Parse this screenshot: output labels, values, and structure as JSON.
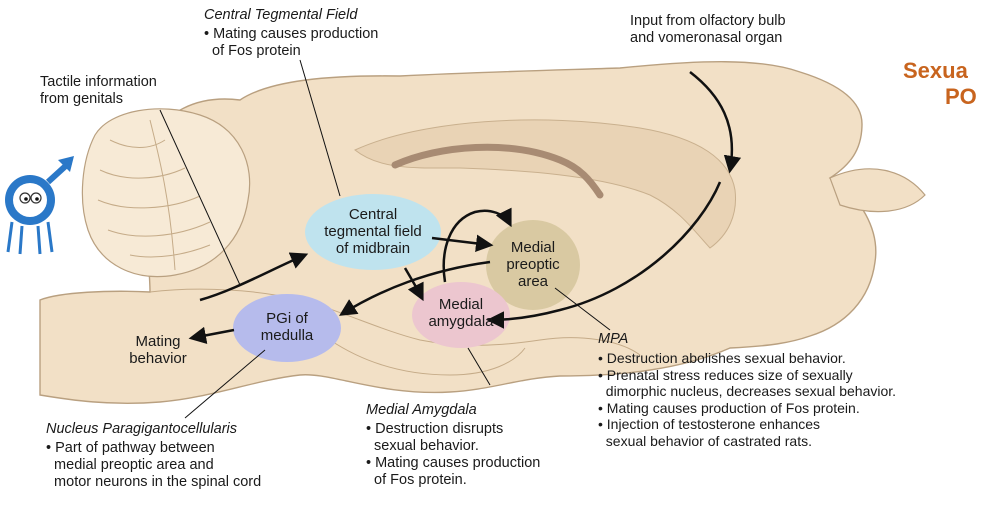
{
  "title": {
    "line1": "Sexua",
    "line2": "PO"
  },
  "nodes": {
    "ctf": "Central\ntegmental field\nof midbrain",
    "mpa": "Medial\npreoptic\narea",
    "amyg": "Medial\namygdala",
    "pgi": "PGi of\nmedulla",
    "mating": "Mating\nbehavior"
  },
  "labels": {
    "tactile": "Tactile information\nfrom genitals",
    "olfactory": "Input from olfactory bulb\nand vomeronasal organ"
  },
  "annotations": {
    "ctf_head": "Central Tegmental Field",
    "ctf_body": "• Mating causes production\n  of Fos protein",
    "mpa_head": "MPA",
    "mpa_body": "• Destruction abolishes sexual behavior.\n• Prenatal stress reduces size of sexually\n  dimorphic nucleus, decreases sexual behavior.\n• Mating causes production of Fos protein.\n• Injection of testosterone enhances\n  sexual behavior of castrated rats.",
    "amyg_head": "Medial Amygdala",
    "amyg_body": "• Destruction disrupts\n  sexual behavior.\n• Mating causes production\n  of Fos protein.",
    "npgi_head": "Nucleus Paragigantocellularis",
    "npgi_body": "• Part of pathway between\n  medial preoptic area and\n  motor neurons in the spinal cord"
  },
  "colors": {
    "brain": "#f2e0c6",
    "brain_outline": "#b9a080",
    "ctf": "#bfe3ee",
    "mpa": "#d9c9a2",
    "amygdala": "#ecc6cf",
    "pgi": "#b6bbec",
    "title": "#c8641e",
    "male_symbol": "#2a78c8"
  }
}
